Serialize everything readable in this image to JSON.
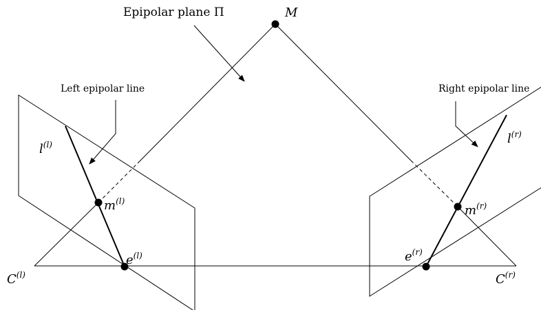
{
  "labels": {
    "epipolar_plane": "Epipolar plane Π",
    "left_epipolar_line": "Left epipolar line",
    "right_epipolar_line": "Right epipolar line",
    "M": "M",
    "l_left": "l",
    "l_left_sup": "(l)",
    "l_right": "l",
    "l_right_sup": "(r)",
    "m_left": "m",
    "m_left_sup": "(l)",
    "m_right": "m",
    "m_right_sup": "(r)",
    "e_left": "e",
    "e_left_sup": "(l)",
    "e_right": "e",
    "e_right_sup": "(r)",
    "C_left": "C",
    "C_left_sup": "(l)",
    "C_right": "C",
    "C_right_sup": "(r)"
  }
}
